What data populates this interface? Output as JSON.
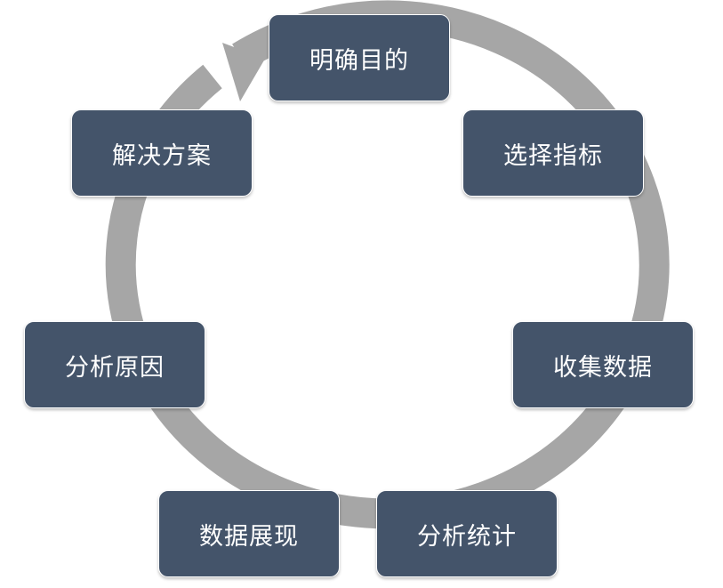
{
  "colors": {
    "box_fill": "#44546a",
    "box_text": "#ffffff",
    "ring": "#a6a6a6",
    "background": "#ffffff"
  },
  "steps": [
    {
      "label": "明确目的"
    },
    {
      "label": "选择指标"
    },
    {
      "label": "收集数据"
    },
    {
      "label": "分析统计"
    },
    {
      "label": "数据展现"
    },
    {
      "label": "分析原因"
    },
    {
      "label": "解决方案"
    }
  ]
}
